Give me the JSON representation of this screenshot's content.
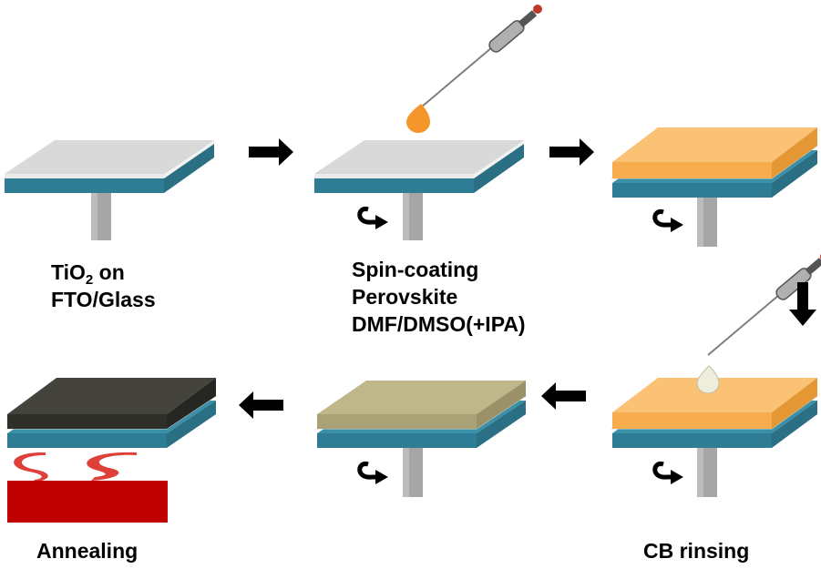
{
  "labels": {
    "step1": {
      "prefix": "TiO",
      "subscript": "2",
      "suffix": " on",
      "line2": "FTO/Glass"
    },
    "step2": {
      "line1": "Spin-coating",
      "line2": "Perovskite",
      "line3": "DMF/DMSO(+IPA)"
    },
    "step4": {
      "line1": "CB rinsing"
    },
    "step6": {
      "line1": "Annealing"
    }
  },
  "colors": {
    "substrate_blue": "#3a90a8",
    "glass_gray": "#d9d9d9",
    "orange_film": "#fbc174",
    "tan_film": "#bfb68a",
    "dark_film": "#3b3b35",
    "heater_red": "#c00000",
    "heat_wave": "#e0403a",
    "drop_orange": "#f5962a",
    "drop_clear": "#eeeedd",
    "pole_gray": "#a6a6a6",
    "arrow": "#000000"
  },
  "icons": [
    "arrow-right-icon",
    "arrow-down-icon",
    "arrow-left-icon",
    "rotate-icon",
    "pipette-icon",
    "droplet-icon",
    "heat-wave-icon"
  ]
}
